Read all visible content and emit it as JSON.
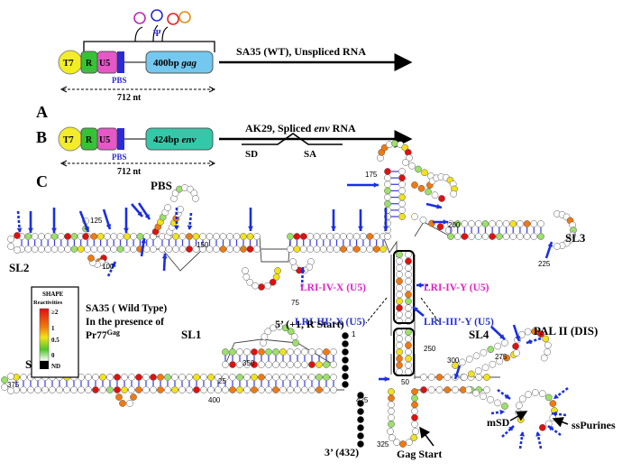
{
  "panels": {
    "a": {
      "letter": "A",
      "boxes": {
        "t7": "T7",
        "r": "R",
        "u5": "U5",
        "pbs": "PBS",
        "gene": "400bp",
        "gene_italic": "gag"
      },
      "arrow_label": "SA35 (WT), Unspliced RNA",
      "length": "712 nt"
    },
    "b": {
      "letter": "B",
      "boxes": {
        "t7": "T7",
        "r": "R",
        "u5": "U5",
        "pbs": "PBS",
        "gene": "424bp",
        "gene_italic": "env"
      },
      "arrow_label_main": "AK29, Spliced ",
      "arrow_label_italic": "env",
      "arrow_label_tail": " RNA",
      "sd": "SD",
      "sa": "SA",
      "length": "712 nt"
    },
    "c": {
      "letter": "C"
    }
  },
  "psi": "Ψ",
  "structure_labels": {
    "pbs": "PBS",
    "sl2": "SL2",
    "sl3": "SL3",
    "sl1": "SL1",
    "sl4": "SL4",
    "sl6": "SL6",
    "pal": "PAL II (DIS)",
    "lri_iv_x": "LRI-IV-X (U5)",
    "lri_iv_y": "LRI-IV-Y (U5)",
    "lri_iii_x": "LRI-III’-X (U5)",
    "lri_iii_y": "LRI-III’-Y (U5)",
    "five_prime": "5’ (+1, R Start)",
    "three_prime": "3’ (432)",
    "gag_start": "Gag Start",
    "msd": "mSD",
    "ss_purines": "ssPurines"
  },
  "position_numbers": [
    "125",
    "150",
    "100",
    "75",
    "175",
    "200",
    "225",
    "25",
    "350",
    "375",
    "400",
    "425",
    "250",
    "275",
    "300",
    "325",
    "50",
    "1"
  ],
  "legend": {
    "title_line1": "SHAPE",
    "title_line2": "Reactivities",
    "ticks": [
      "≥2",
      "1",
      "0.5",
      "0",
      "ND"
    ]
  },
  "condition": {
    "line1": "SA35 ( Wild Type)",
    "line2": "In the presence of",
    "line3": "Pr77",
    "line3_sup": "Gag"
  },
  "colors": {
    "t7": "#f2ec2a",
    "r": "#36c236",
    "u5": "#e657c8",
    "pbs": "#2b2bd6",
    "gag_box": "#74c8ef",
    "env_box": "#33c9a8",
    "arrow_blue": "#1a2fe0",
    "magenta_label": "#e020c8",
    "blue_label": "#2432d0",
    "pair_line": "#3a3ae0"
  }
}
